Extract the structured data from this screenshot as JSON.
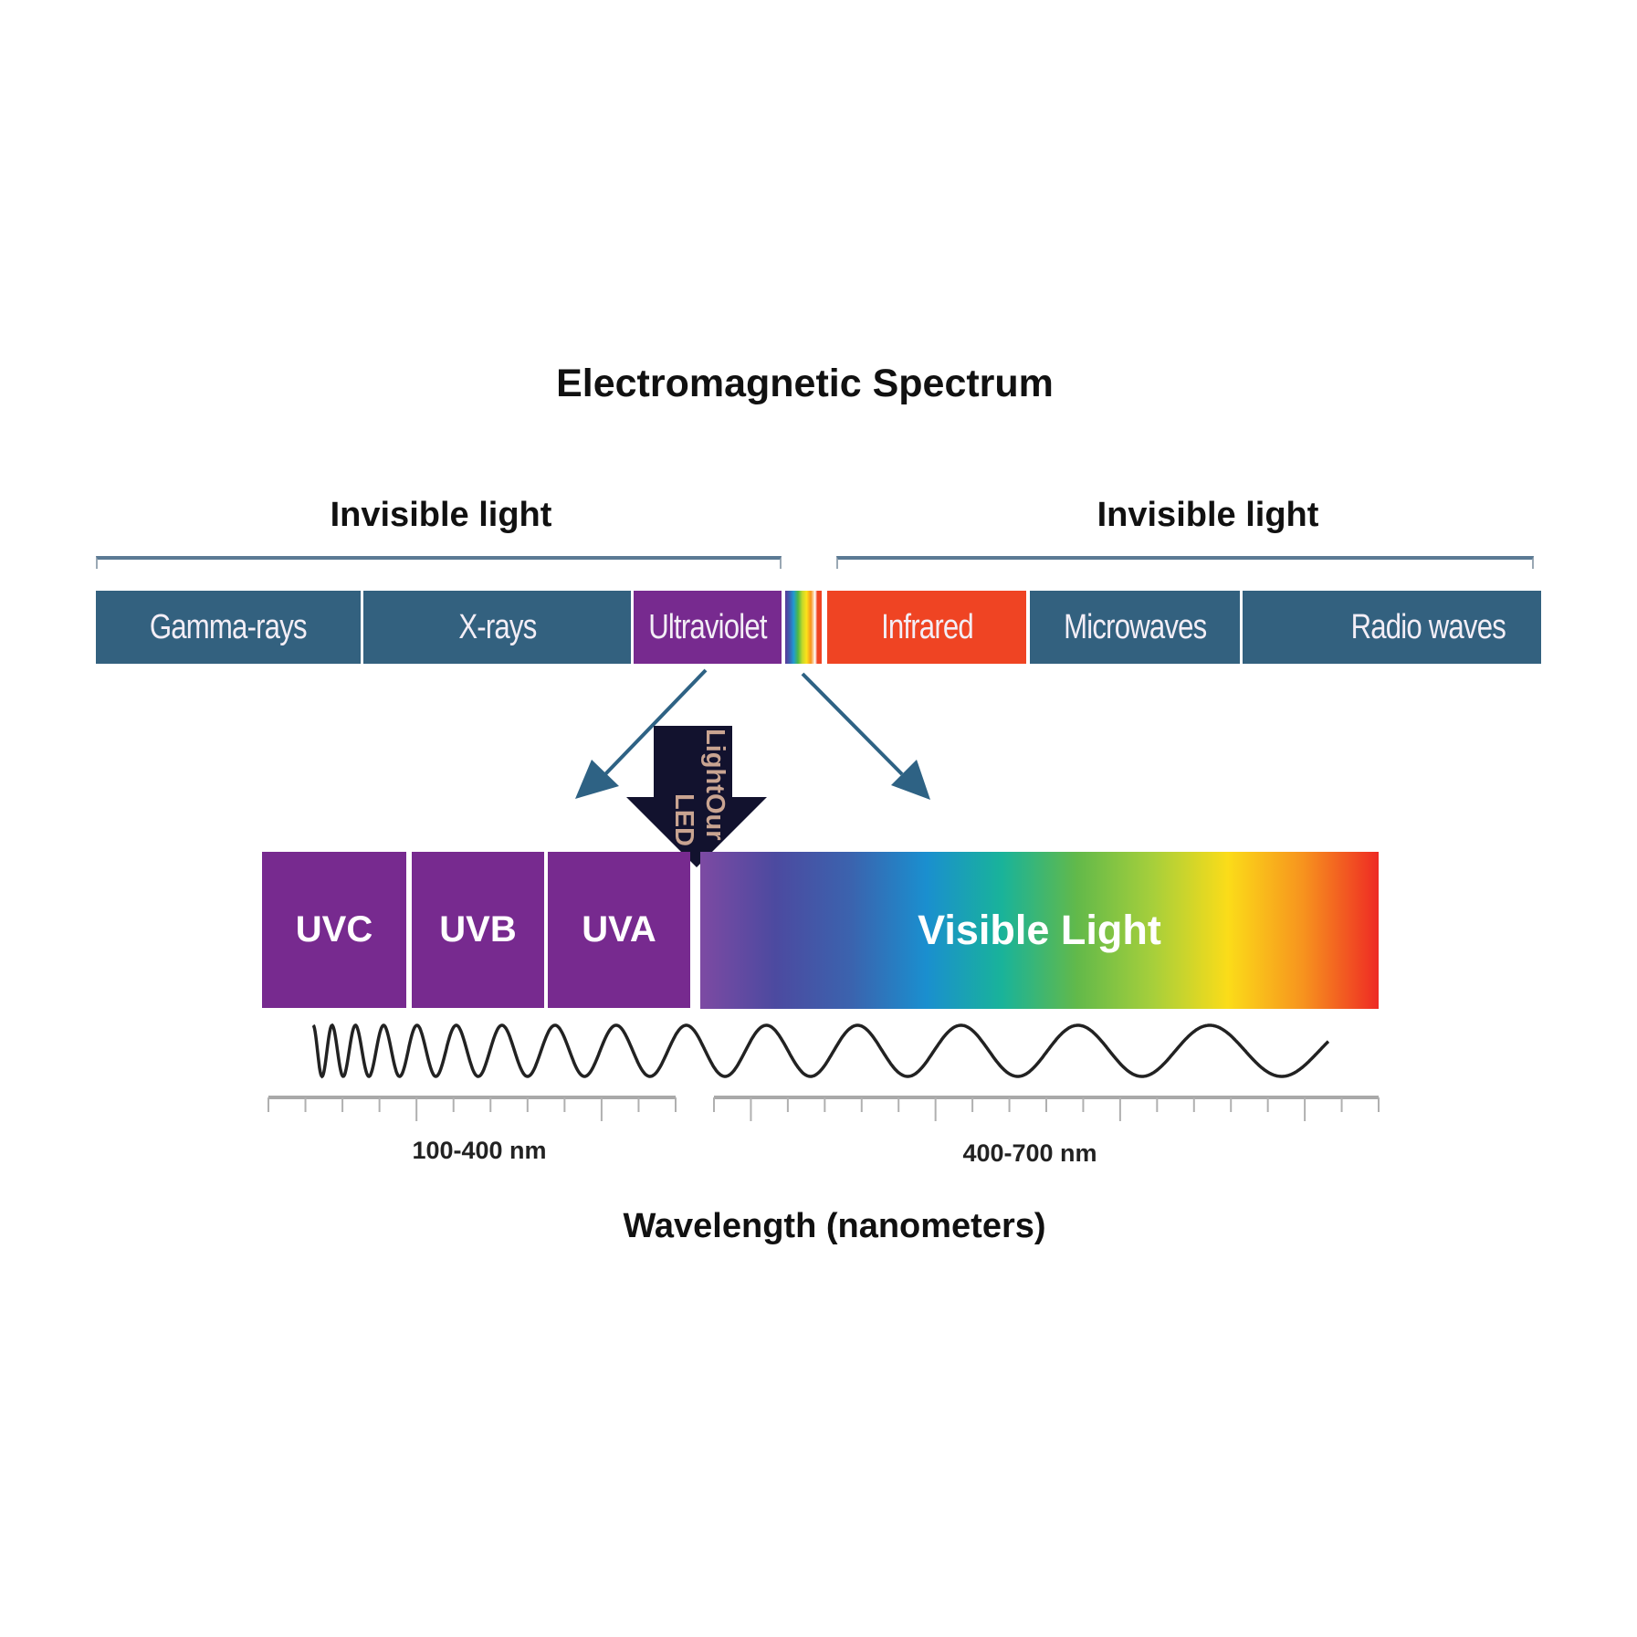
{
  "title": "Electromagnetic Spectrum",
  "groups": {
    "left": "Invisible light",
    "right": "Invisible light"
  },
  "spectrum_bands": [
    {
      "label": "Gamma-rays",
      "color": "#33617f"
    },
    {
      "label": "X-rays",
      "color": "#33617f"
    },
    {
      "label": "Ultraviolet",
      "color": "#772a8f"
    },
    {
      "label": "",
      "color": "rainbow"
    },
    {
      "label": "Infrared",
      "color": "#ef4423"
    },
    {
      "label": "Microwaves",
      "color": "#33617f"
    },
    {
      "label": "Radio waves",
      "color": "#33617f"
    }
  ],
  "uv_bands": [
    {
      "label": "UVC",
      "color": "#772a8f"
    },
    {
      "label": "UVB",
      "color": "#772a8f"
    },
    {
      "label": "UVA",
      "color": "#772a8f"
    }
  ],
  "visible": {
    "label": "Visible Light",
    "gradient": [
      "#7d4aa3",
      "#4c4aa0",
      "#3b63ae",
      "#1a8fcf",
      "#19b39a",
      "#62b94a",
      "#a6cf3b",
      "#fbdc19",
      "#f7931e",
      "#ee2a24"
    ]
  },
  "callout": {
    "line1": "Our LED",
    "line2": "Light",
    "color": "#12122e",
    "text_color": "#c9a491"
  },
  "accent_color": "#2e6284",
  "ruler": {
    "left_label": "100-400 nm",
    "right_label": "400-700 nm"
  },
  "axis_title": "Wavelength (nanometers)"
}
